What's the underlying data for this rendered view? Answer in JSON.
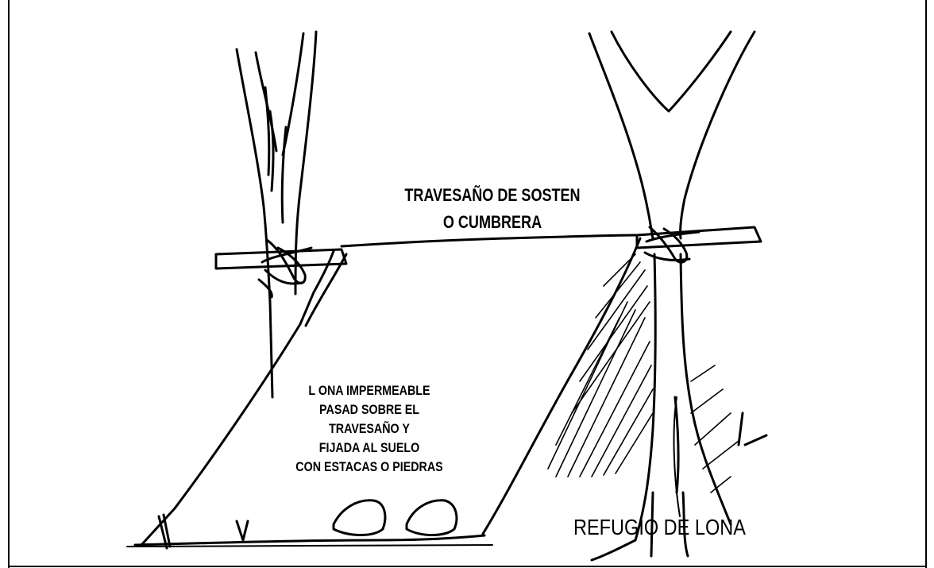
{
  "labels": {
    "ridge_line1": "TRAVESAÑO DE SOSTEN",
    "ridge_line2": "O CUMBRERA",
    "tarp_lines": [
      "L ONA IMPERMEABLE",
      "PASAD SOBRE EL",
      "TRAVESAÑO Y",
      "FIJADA AL SUELO",
      "CON ESTACAS o PIEDRAS"
    ],
    "title": "REFUGIO DE LONA"
  },
  "colors": {
    "ink": "#000000",
    "paper": "#ffffff"
  }
}
